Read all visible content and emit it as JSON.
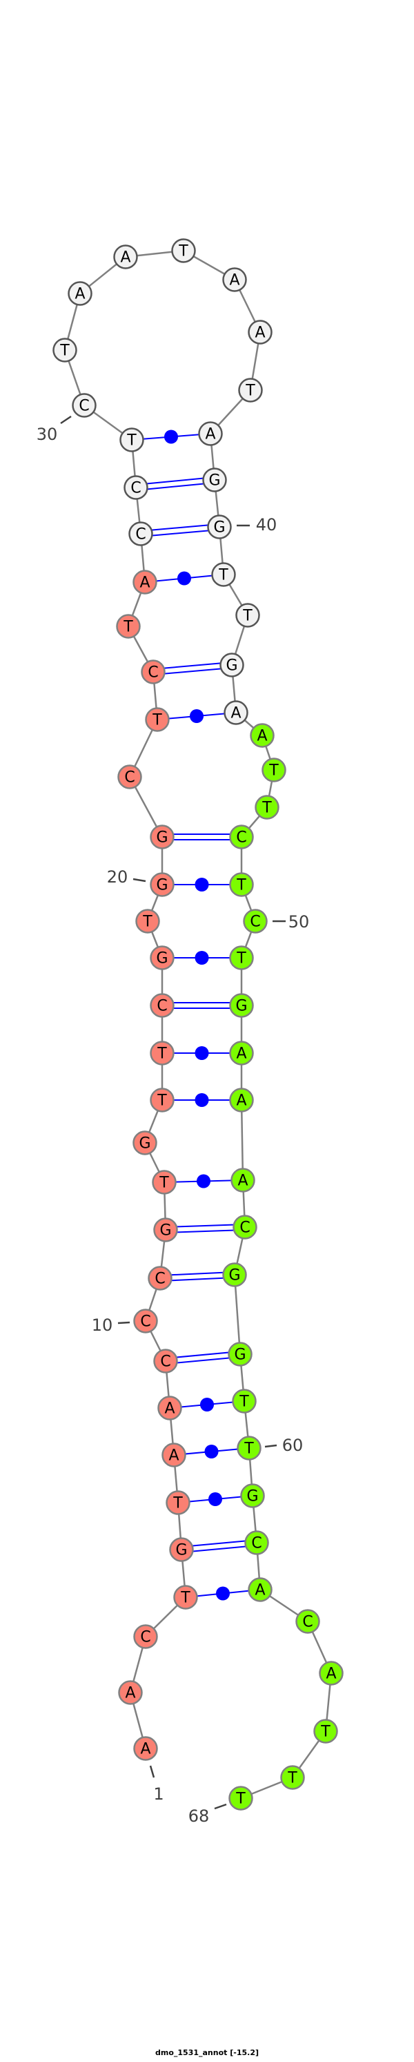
{
  "title": "dmo_1531_annot [-15.2]",
  "nucleotides": [
    "A",
    "A",
    "C",
    "T",
    "G",
    "T",
    "A",
    "A",
    "C",
    "C",
    "C",
    "G",
    "T",
    "G",
    "T",
    "T",
    "C",
    "G",
    "T",
    "G",
    "G",
    "C",
    "T",
    "C",
    "T",
    "A",
    "C",
    "C",
    "T",
    "C",
    "T",
    "A",
    "A",
    "T",
    "A",
    "A",
    "T",
    "A",
    "G",
    "G",
    "T",
    "T",
    "G",
    "A",
    "A",
    "T",
    "T",
    "C",
    "T",
    "C",
    "T",
    "G",
    "A",
    "A",
    "A",
    "C",
    "G",
    "G",
    "T",
    "T",
    "G",
    "C",
    "A",
    "C",
    "A",
    "T",
    "T",
    "T"
  ],
  "regions": [
    {
      "name": "5prime",
      "from": 1,
      "to": 26,
      "color": "#fa8072"
    },
    {
      "name": "middle",
      "from": 27,
      "to": 44,
      "color": "#f2f2f2"
    },
    {
      "name": "3prime",
      "from": 45,
      "to": 68,
      "color": "#7cfc00"
    }
  ],
  "pairs": [
    [
      4,
      63
    ],
    [
      5,
      62
    ],
    [
      6,
      61
    ],
    [
      7,
      60
    ],
    [
      8,
      59
    ],
    [
      9,
      58
    ],
    [
      11,
      57
    ],
    [
      12,
      56
    ],
    [
      13,
      55
    ],
    [
      15,
      54
    ],
    [
      16,
      53
    ],
    [
      17,
      52
    ],
    [
      18,
      51
    ],
    [
      20,
      49
    ],
    [
      21,
      48
    ],
    [
      23,
      44
    ],
    [
      24,
      43
    ],
    [
      26,
      41
    ],
    [
      27,
      40
    ],
    [
      28,
      39
    ],
    [
      29,
      38
    ]
  ],
  "position_labels": [
    "1",
    "10",
    "20",
    "30",
    "40",
    "50",
    "60",
    "68"
  ],
  "colors": {
    "pair_line": "#0000ff",
    "backbone": "#808080",
    "label": "#404040"
  }
}
